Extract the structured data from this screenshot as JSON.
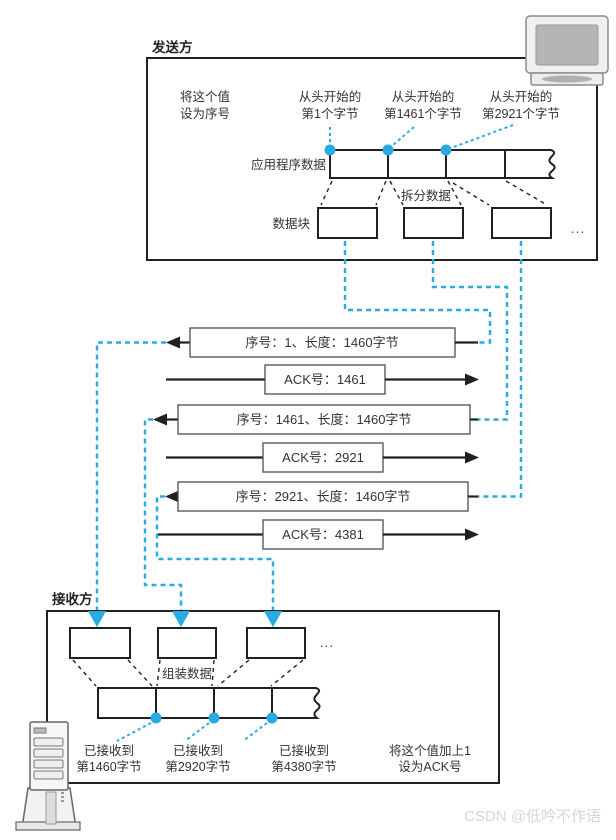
{
  "colors": {
    "accent_blue": "#29abe2",
    "line_black": "#231f20",
    "box_border": "#4d4d4d",
    "watermark_gray": "#d6d6d6"
  },
  "sender": {
    "title": "发送方",
    "seq_note": {
      "line1": "将这个值",
      "line2": "设为序号"
    },
    "byte_labels": [
      {
        "line1": "从头开始的",
        "line2": "第1个字节"
      },
      {
        "line1": "从头开始的",
        "line2": "第1461个字节"
      },
      {
        "line1": "从头开始的",
        "line2": "第2921个字节"
      }
    ],
    "app_data_label": "应用程序数据",
    "split_label": "拆分数据",
    "blocks_label": "数据块",
    "ellipsis": "..."
  },
  "messages": [
    {
      "label": "序号：1、长度：1460字节",
      "direction": "left"
    },
    {
      "label": "ACK号：1461",
      "direction": "right"
    },
    {
      "label": "序号：1461、长度：1460字节",
      "direction": "left"
    },
    {
      "label": "ACK号：2921",
      "direction": "right"
    },
    {
      "label": "序号：2921、长度：1460字节",
      "direction": "left"
    },
    {
      "label": "ACK号：4381",
      "direction": "right"
    }
  ],
  "receiver": {
    "title": "接收方",
    "assemble_label": "组装数据",
    "ellipsis": "...",
    "received_notes": [
      {
        "line1": "已接收到",
        "line2": "第1460字节"
      },
      {
        "line1": "已接收到",
        "line2": "第2920字节"
      },
      {
        "line1": "已接收到",
        "line2": "第4380字节"
      }
    ],
    "ack_note": {
      "line1": "将这个值加上1",
      "line2": "设为ACK号"
    }
  },
  "watermark": "CSDN @低吟不作语"
}
